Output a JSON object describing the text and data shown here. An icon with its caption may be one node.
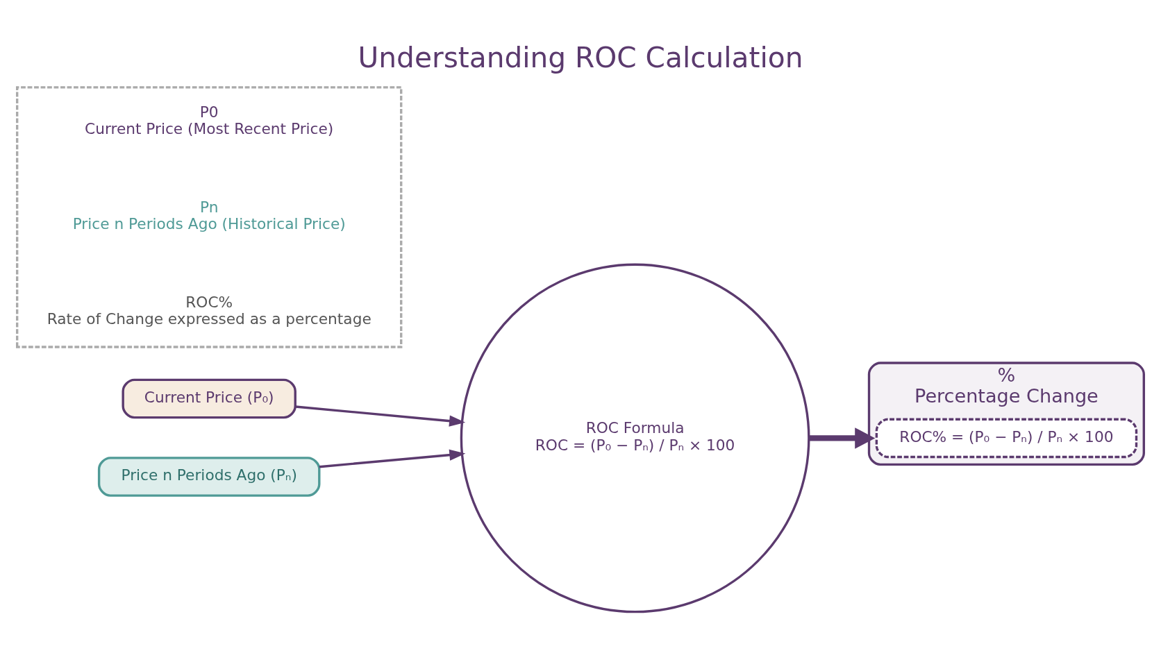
{
  "diagram": {
    "title": "Understanding ROC Calculation",
    "nodes": [
      {
        "text": [
          "Current Price (P₀)"
        ]
      },
      {
        "text": [
          "Price n Periods Ago (Pₙ)"
        ]
      },
      {
        "text": [
          "ROC Formula",
          "ROC = (P₀ − Pₙ) / Pₙ × 100"
        ]
      },
      {
        "text": [
          "%",
          "Percentage Change"
        ]
      },
      {
        "text": [
          "ROC% = (P₀ − Pₙ) / Pₙ × 100"
        ],
        "in": 3
      },
      {
        "text": [],
        "shape": "box"
      },
      {
        "text": [
          "P0",
          "Current Price (Most Recent Price)"
        ],
        "in": 5
      },
      {
        "text": [
          "Pn",
          "Price n Periods Ago (Historical Price)"
        ],
        "in": 5
      },
      {
        "text": [
          "ROC%",
          "Rate of Change expressed as a percentage"
        ],
        "in": 5
      }
    ],
    "edges": [
      {
        "from": 0,
        "to": 2,
        "arrow": "to"
      },
      {
        "from": 1,
        "to": 2,
        "arrow": "to"
      },
      {
        "from": 2,
        "to": 3,
        "arrow": "to",
        "style": "thick"
      }
    ]
  }
}
